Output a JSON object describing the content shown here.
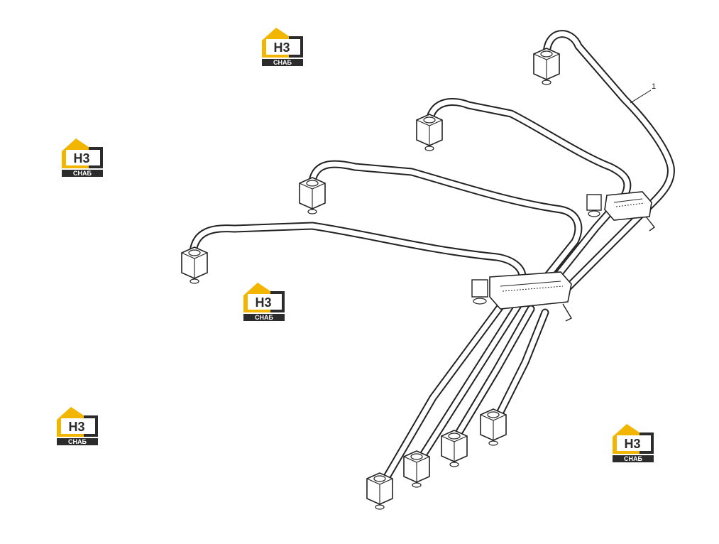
{
  "diagram": {
    "part_callouts": [
      {
        "number": "1"
      }
    ]
  },
  "watermark": {
    "logo_upper": "H3",
    "logo_lower": "СНАБ",
    "colors": {
      "yellow": "#f2b500",
      "dark": "#2b2b2b"
    }
  }
}
